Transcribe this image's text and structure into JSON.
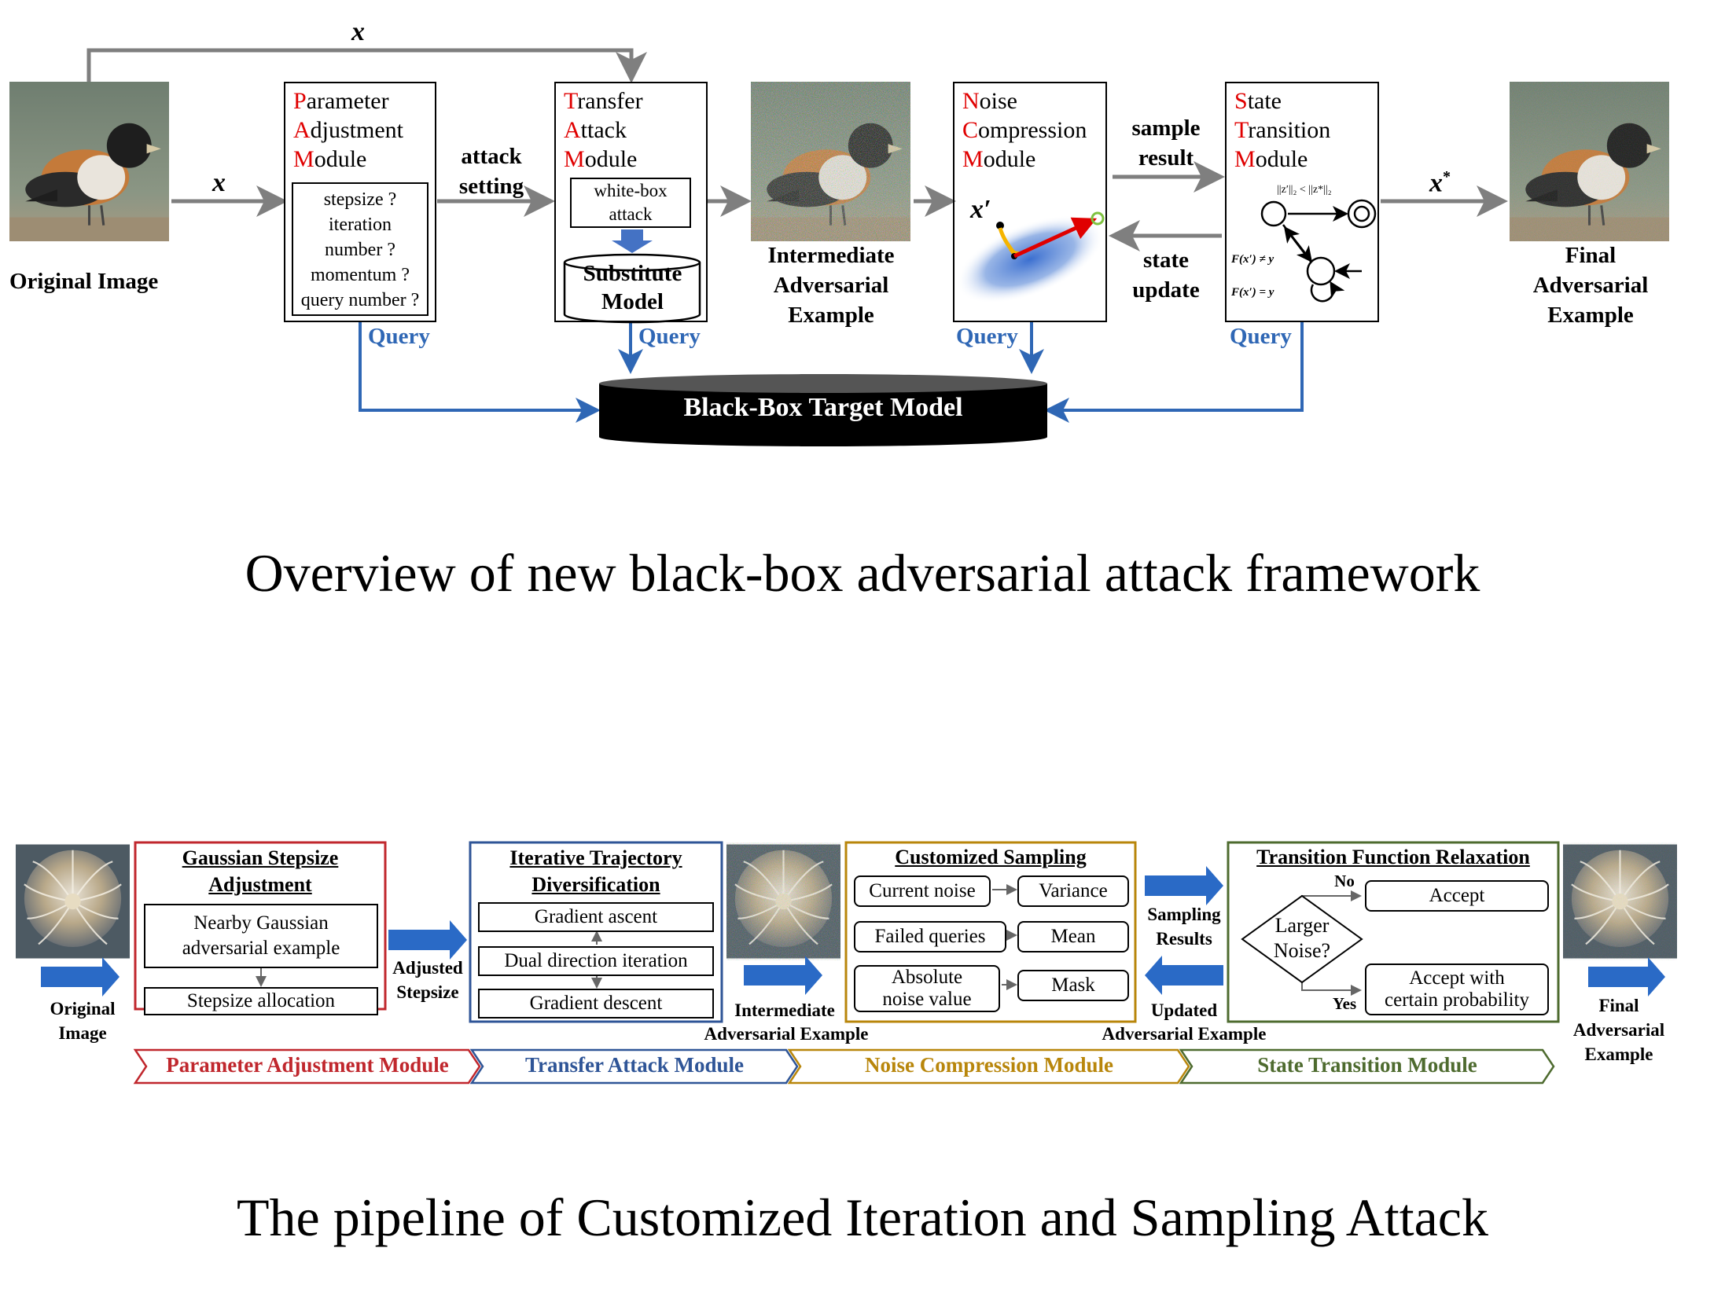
{
  "top": {
    "x_label": "x",
    "x_star_label": "x",
    "x_star_sup": "*",
    "x_prime_label": "x′",
    "original_image_label": "Original Image",
    "pam": {
      "l1": "P",
      "r1": "arameter",
      "l2": "A",
      "r2": "djustment",
      "l3": "M",
      "r3": "odule",
      "items": [
        "stepsize ?",
        "iteration",
        "number ?",
        "momentum ?",
        "query number ?"
      ]
    },
    "attack_setting": [
      "attack",
      "setting"
    ],
    "tam": {
      "l1": "T",
      "r1": "ransfer",
      "l2": "A",
      "r2": "ttack",
      "l3": "M",
      "r3": "odule",
      "whitebox": [
        "white-box",
        "attack"
      ],
      "substitute": [
        "Substitute",
        "Model"
      ]
    },
    "intermediate": [
      "Intermediate",
      "Adversarial",
      "Example"
    ],
    "ncm": {
      "l1": "N",
      "r1": "oise",
      "l2": "C",
      "r2": "ompression",
      "l3": "M",
      "r3": "odule"
    },
    "sample_result": [
      "sample",
      "result"
    ],
    "state_update": [
      "state",
      "update"
    ],
    "stm": {
      "l1": "S",
      "r1": "tate",
      "l2": "T",
      "r2": "ransition",
      "l3": "M",
      "r3": "odule",
      "cond1": "||z′||₂ < ||z*||₂",
      "cond2": "F(x′) ≠ y",
      "cond3": "F(x′) = y"
    },
    "final": [
      "Final",
      "Adversarial",
      "Example"
    ],
    "query": "Query",
    "target_model": "Black-Box Target Model",
    "caption": "Overview of new black-box adversarial attack framework"
  },
  "bottom": {
    "original": [
      "Original",
      "Image"
    ],
    "gsa": {
      "title": [
        "Gaussian Stepsize",
        "Adjustment"
      ],
      "nearby": [
        "Nearby Gaussian",
        "adversarial example"
      ],
      "alloc": "Stepsize allocation"
    },
    "adjusted": [
      "Adjusted",
      "Stepsize"
    ],
    "itd": {
      "title": [
        "Iterative Trajectory",
        "Diversification"
      ],
      "ascent": "Gradient ascent",
      "dual": "Dual direction iteration",
      "descent": "Gradient descent"
    },
    "intermediate": [
      "Intermediate",
      "Adversarial Example"
    ],
    "cs": {
      "title": "Customized Sampling",
      "current": "Current noise",
      "variance": "Variance",
      "failed": "Failed queries",
      "mean": "Mean",
      "absolute": [
        "Absolute",
        "noise value"
      ],
      "mask": "Mask"
    },
    "sampling_results": [
      "Sampling",
      "Results"
    ],
    "updated": [
      "Updated",
      "Adversarial Example"
    ],
    "tfr": {
      "title": "Transition Function Relaxation",
      "no": "No",
      "yes": "Yes",
      "larger": [
        "Larger",
        "Noise?"
      ],
      "accept": "Accept",
      "accept_prob": [
        "Accept with",
        "certain probability"
      ]
    },
    "final": [
      "Final",
      "Adversarial",
      "Example"
    ],
    "modules": [
      "Parameter Adjustment Module",
      "Transfer Attack Module",
      "Noise Compression Module",
      "State Transition Module"
    ],
    "caption": "The pipeline of Customized Iteration and Sampling Attack"
  },
  "colors": {
    "red": "#c0272d",
    "blue": "#2f5597",
    "gold": "#b8860b",
    "green": "#4e6b2f",
    "query_blue": "#2f67b5",
    "gray_arrow": "#7f7f7f",
    "title_red": "#e00000"
  }
}
